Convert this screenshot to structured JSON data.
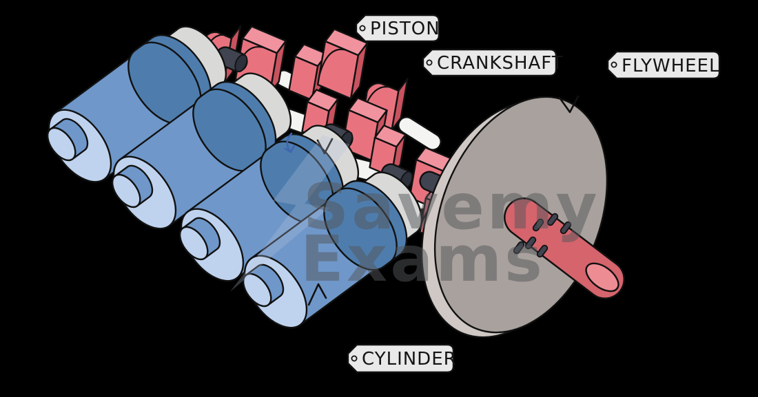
{
  "diagram": {
    "subject": "four-cylinder engine with pistons, crankshaft and flywheel"
  },
  "labels": {
    "piston": "PISTON",
    "crankshaft": "CRANKSHAFT",
    "flywheel": "FLYWHEEL",
    "cylinder": "CYLINDER"
  },
  "watermark": {
    "line1": "Savemy",
    "line2": "Exams"
  },
  "icons": [
    "tag-hole-icon",
    "rotation-chevron-icon",
    "rotation-mini-arrow-icon",
    "lightning-bolt-watermark-icon"
  ],
  "colors": {
    "background": "#000000",
    "cylinder_body": "#6f97c9",
    "cylinder_face": "#bfd3ee",
    "cylinder_ring": "#4e7dad",
    "piston": "#d9d9d7",
    "rod": "#f4f4f2",
    "web_top": "#f0939e",
    "web_front": "#e8737f",
    "web_side": "#c9525f",
    "pin": "#3f4450",
    "pin_end": "#2b303a",
    "flywheel_face": "#a8a19d",
    "flywheel_rim": "#cfc8c5",
    "shaft": "#d5646c",
    "shaft_end": "#ee8c94",
    "bolt": "#3f4450",
    "tag_bg": "#e9e9e9",
    "outline": "#111111",
    "watermark_text": "#53565a",
    "watermark_bolt": "#b7c7de",
    "mini_arrow": "#3f66b0"
  }
}
